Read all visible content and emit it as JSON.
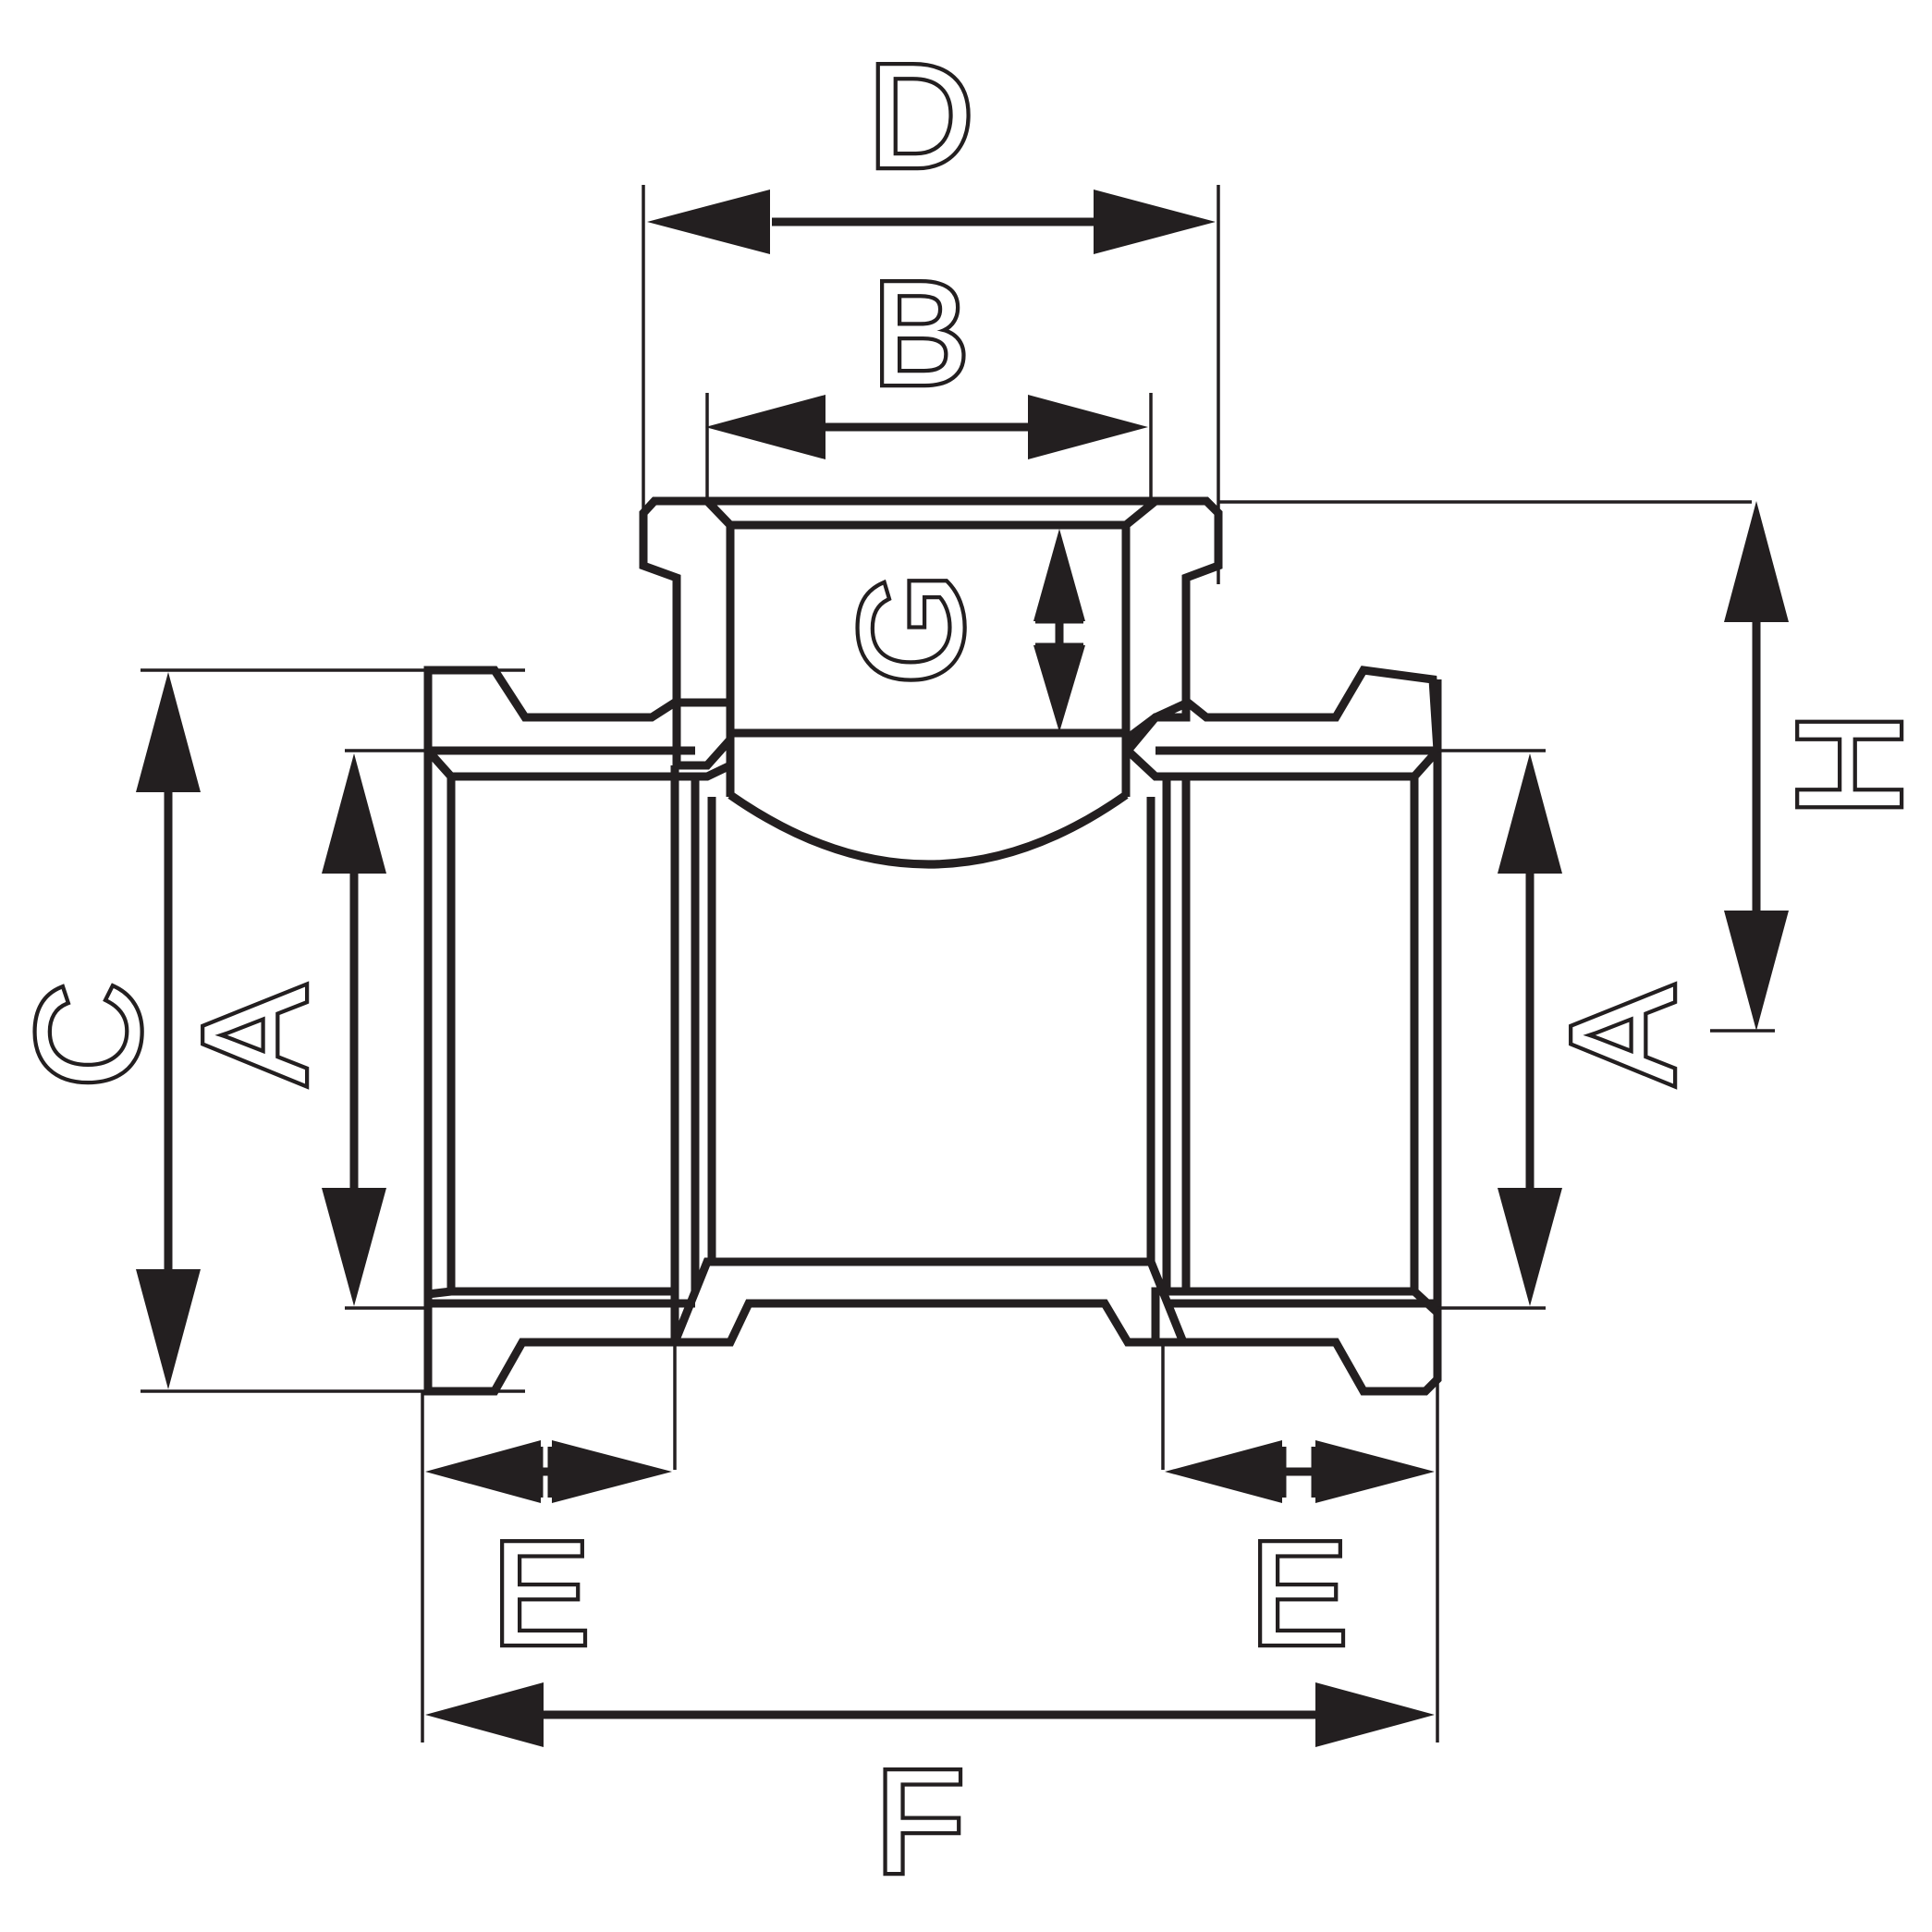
{
  "labels": {
    "d": "D",
    "b": "B",
    "g": "G",
    "h": "H",
    "c": "C",
    "a_left": "A",
    "a_right": "A",
    "e_left": "E",
    "e_right": "E",
    "f": "F"
  },
  "colors": {
    "line": "#231f20",
    "background": "#ffffff"
  }
}
